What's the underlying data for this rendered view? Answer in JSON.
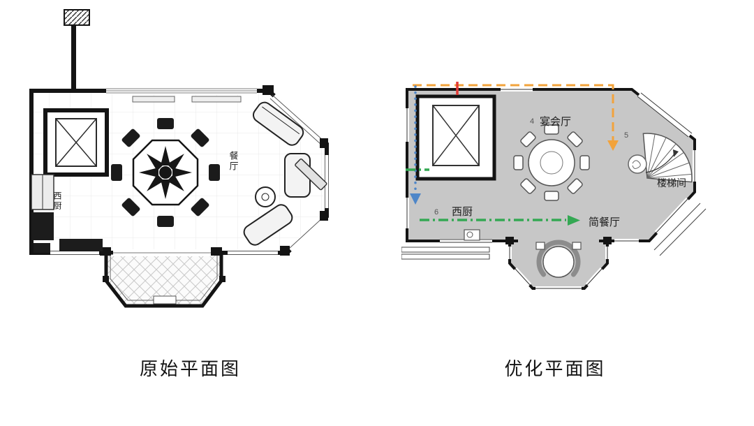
{
  "captions": {
    "left": "原始平面图",
    "right": "优化平面图"
  },
  "left_plan": {
    "labels": {
      "dining_hall": "餐厅",
      "west_kitchen": "西厨"
    }
  },
  "right_plan": {
    "floor_color": "#c7c7c7",
    "labels": {
      "banquet_num": "4",
      "banquet_hall": "宴会厅",
      "stair_num": "5",
      "stairwell": "楼梯间",
      "kitchen_num": "6",
      "west_kitchen": "西厨",
      "casual_dining": "简餐厅"
    },
    "routes": {
      "orange": "#F2A33C",
      "blue": "#4E86C8",
      "green": "#34A853",
      "red": "#E03A36"
    }
  }
}
